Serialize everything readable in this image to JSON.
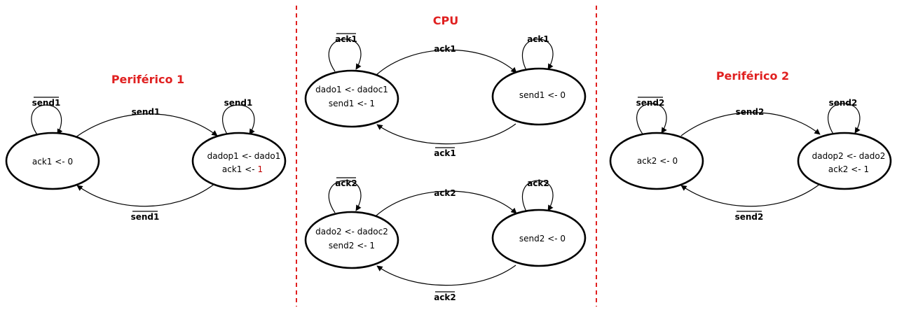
{
  "titles": {
    "left": "Periférico 1",
    "center": "CPU",
    "right": "Periférico 2"
  },
  "colors": {
    "title": "#e02020",
    "separator": "#e02020",
    "ink": "#000000"
  },
  "peripheral1": {
    "s0": {
      "line1": "ack1 <- 0"
    },
    "s1": {
      "line1": "dadop1 <- dado1",
      "line2_a": "ack1 <- ",
      "line2_b": "1"
    },
    "forward": "send1",
    "back": "send1",
    "loop_s0": "send1",
    "loop_s1": "send1"
  },
  "cpu_top": {
    "s0": {
      "line1": "dado1 <- dadoc1",
      "line2": "send1 <- 1"
    },
    "s1": {
      "line1": "send1 <- 0"
    },
    "forward": "ack1",
    "back": "ack1",
    "loop_s0": "ack1",
    "loop_s1": "ack1"
  },
  "cpu_bottom": {
    "s0": {
      "line1": "dado2 <- dadoc2",
      "line2": "send2 <- 1"
    },
    "s1": {
      "line1": "send2 <- 0"
    },
    "forward": "ack2",
    "back": "ack2",
    "loop_s0": "ack2",
    "loop_s1": "ack2"
  },
  "peripheral2": {
    "s0": {
      "line1": "ack2 <- 0"
    },
    "s1": {
      "line1": "dadop2 <- dado2",
      "line2": "ack2 <- 1"
    },
    "forward": "send2",
    "back": "send2",
    "loop_s0": "send2",
    "loop_s1": "send2"
  }
}
